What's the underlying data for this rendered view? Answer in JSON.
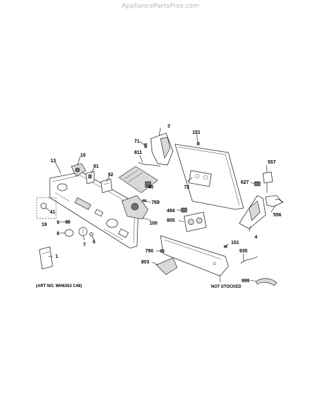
{
  "watermark": "AppliancePartsPros.com",
  "art_number": "(ART NO. WH6353 C48)",
  "not_stocked": "NOT STOCKED",
  "callouts": {
    "c1": "1",
    "c3": "3",
    "c4": "4",
    "c6": "6",
    "c7": "7",
    "c8": "8",
    "c9": "9",
    "c10": "10",
    "c13": "13",
    "c19": "19",
    "c40": "40",
    "c41": "41",
    "c71": "71",
    "c72": "72",
    "c91": "91",
    "c92": "92",
    "c100": "100",
    "c151a": "151",
    "c151b": "151",
    "c494": "494",
    "c556": "556",
    "c557": "557",
    "c627": "627",
    "c769": "769",
    "c790": "790",
    "c803": "803",
    "c805": "805",
    "c811": "811",
    "c935": "935",
    "c999": "999"
  }
}
